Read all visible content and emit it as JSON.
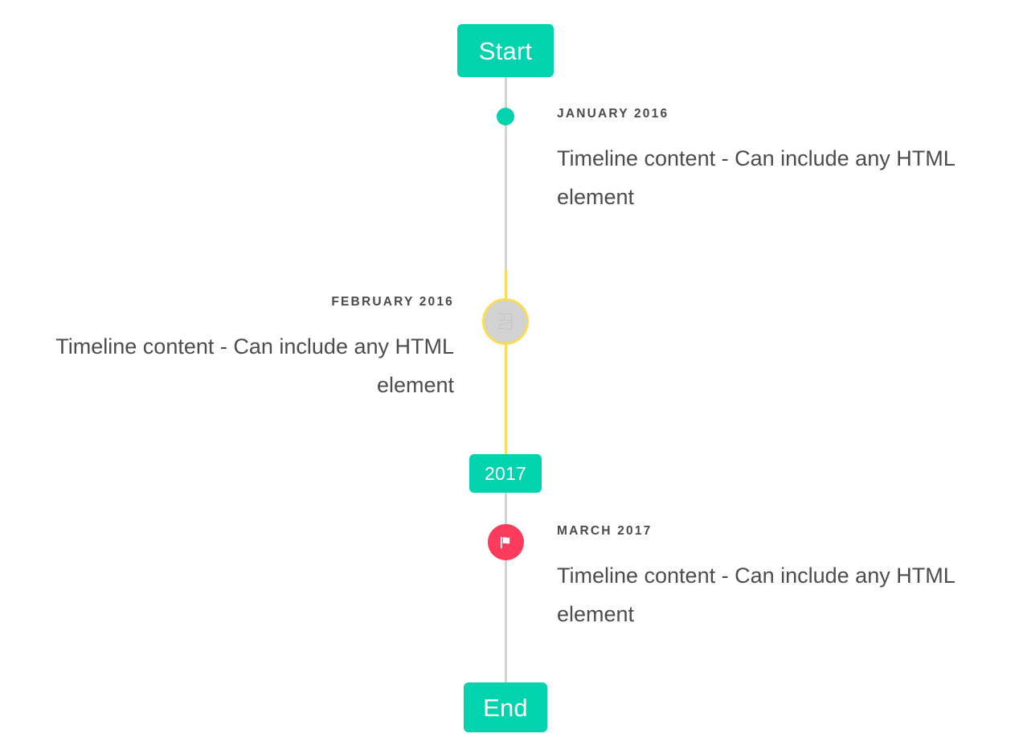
{
  "theme": {
    "accent_teal": "#00D3AE",
    "accent_yellow": "#FBDD55",
    "accent_pink": "#FB3B5C",
    "rail_gray": "#D3D3D3",
    "marker_gray": "#D2D2D2",
    "text_color": "#4C4C4C",
    "background": "#FFFFFF"
  },
  "timeline": {
    "start_label": "Start",
    "end_label": "End",
    "milestone_label": "2017",
    "events": [
      {
        "id": "january-2016",
        "date": "JANUARY 2016",
        "body": "Timeline content - Can include any HTML element",
        "side": "right",
        "marker": "dot-icon",
        "marker_color": "#00D3AE"
      },
      {
        "id": "february-2016",
        "date": "FEBRUARY 2016",
        "body": "Timeline content - Can include any HTML element",
        "side": "left",
        "marker": "missing-glyph-icon",
        "marker_color": "#D2D2D2",
        "marker_ring_color": "#FBDD55"
      },
      {
        "id": "march-2017",
        "date": "MARCH 2017",
        "body": "Timeline content - Can include any HTML element",
        "side": "right",
        "marker": "flag-icon",
        "marker_color": "#FB3B5C"
      }
    ]
  }
}
